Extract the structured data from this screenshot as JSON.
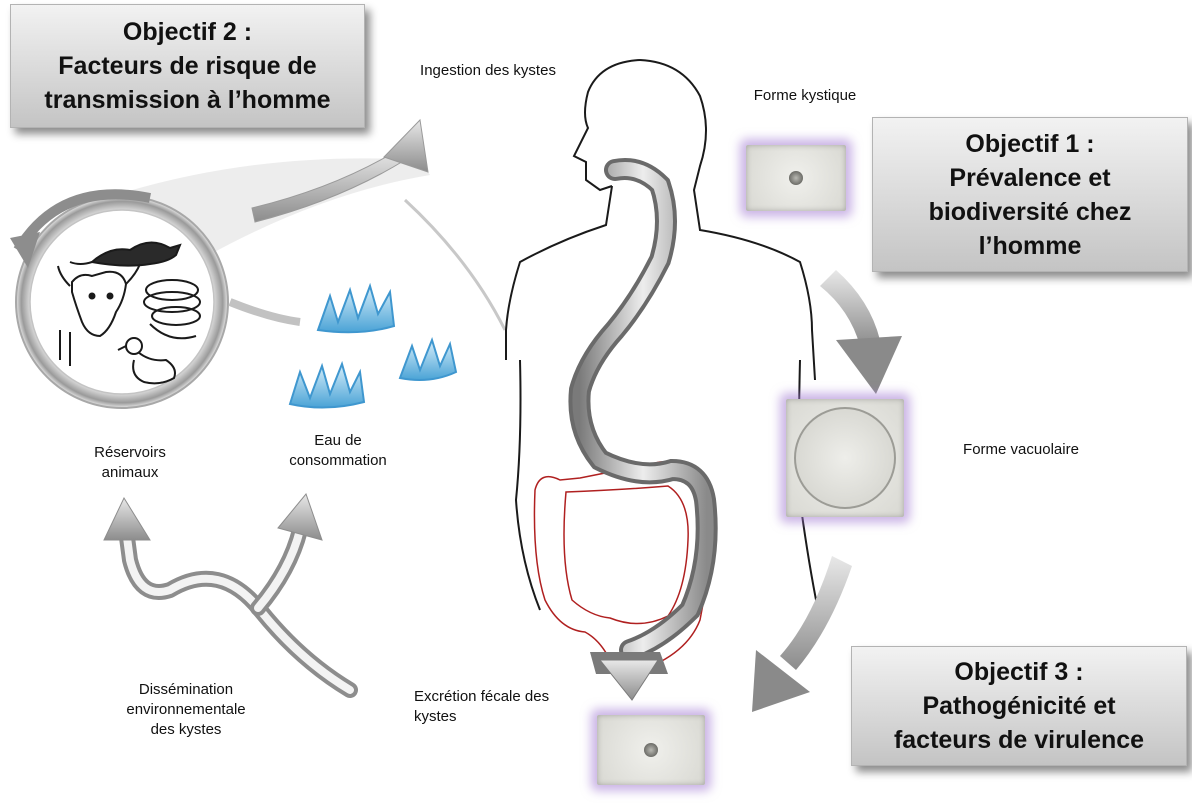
{
  "objectives": {
    "obj2": {
      "line1": "Objectif 2 :",
      "line2": "Facteurs de risque de",
      "line3": "transmission à l’homme"
    },
    "obj1": {
      "line1": "Objectif 1 :",
      "line2": "Prévalence et",
      "line3": "biodiversité chez",
      "line4": "l’homme"
    },
    "obj3": {
      "line1": "Objectif 3 :",
      "line2": "Pathogénicité et",
      "line3": "facteurs de virulence"
    }
  },
  "labels": {
    "ingestion": "Ingestion des kystes",
    "forme_kystique": "Forme kystique",
    "forme_vacuolaire": "Forme vacuolaire",
    "reservoirs": {
      "line1": "Réservoirs",
      "line2": "animaux"
    },
    "eau": {
      "line1": "Eau de",
      "line2": "consommation"
    },
    "dissemination": {
      "line1": "Dissémination",
      "line2": "environnementale",
      "line3": "des kystes"
    },
    "excretion": {
      "line1": "Excrétion fécale des",
      "line2": "kystes"
    }
  },
  "colors": {
    "box_gradient_top": "#f2f2f2",
    "box_gradient_bottom": "#c4c4c4",
    "arrow_gray": "#b0b0b0",
    "water_blue": "#6fb8e0",
    "cell_glow": "#a078d2",
    "colon_red": "#b02020"
  }
}
